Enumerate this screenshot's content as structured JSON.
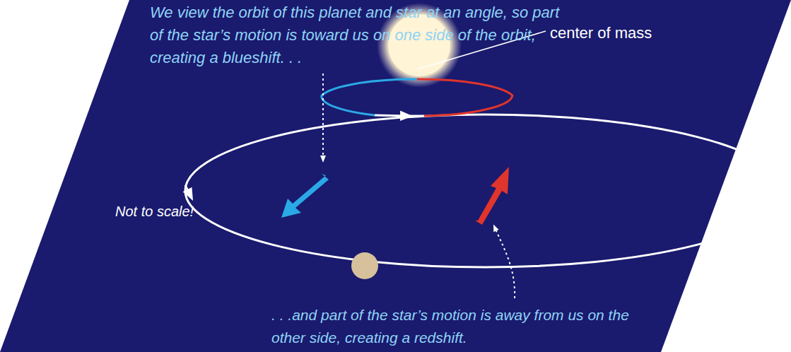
{
  "diagram": {
    "labels": [
      "We view the orbit of this planet and star at an angle, so part of the star’s motion is toward us on one side of the orbit, creating a blueshift. . .",
      "center of mass",
      "Not to scale!",
      ". . .and part of the star’s motion is away from us on the other side, creating a redshift."
    ]
  }
}
